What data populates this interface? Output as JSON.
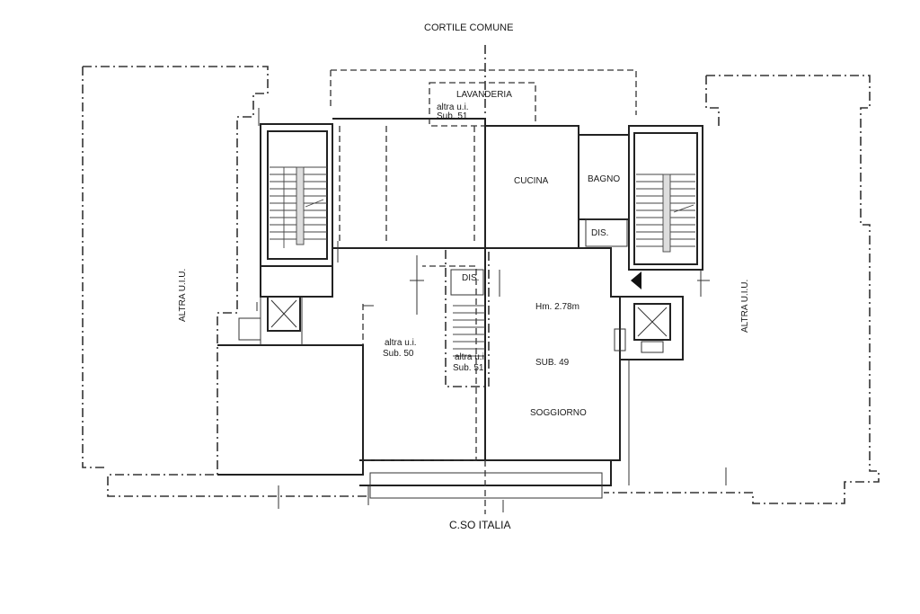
{
  "labels": {
    "top": "CORTILE COMUNE",
    "bottom": "C.SO ITALIA",
    "left_side": "ALTRA U.I.U.",
    "right_side": "ALTRA U.I.U.",
    "lavanderia": "LAVANDERIA",
    "sub51_top_line1": "altra u.i.",
    "sub51_top_line2": "Sub. 51",
    "cucina": "CUCINA",
    "bagno": "BAGNO",
    "dis_right": "DIS.",
    "dis_center": "DIS.",
    "height": "Hm. 2.78m",
    "sub49": "SUB. 49",
    "soggiorno": "SOGGIORNO",
    "sub50_line1": "altra u.i.",
    "sub50_line2": "Sub. 50",
    "sub51_mid_line1": "altra u.i.",
    "sub51_mid_line2": "Sub. 51"
  },
  "colors": {
    "ink": "#222222",
    "background": "#ffffff"
  },
  "icons": [
    "elevator-cross-icon",
    "entrance-arrow-icon",
    "stair-flight-icon"
  ]
}
